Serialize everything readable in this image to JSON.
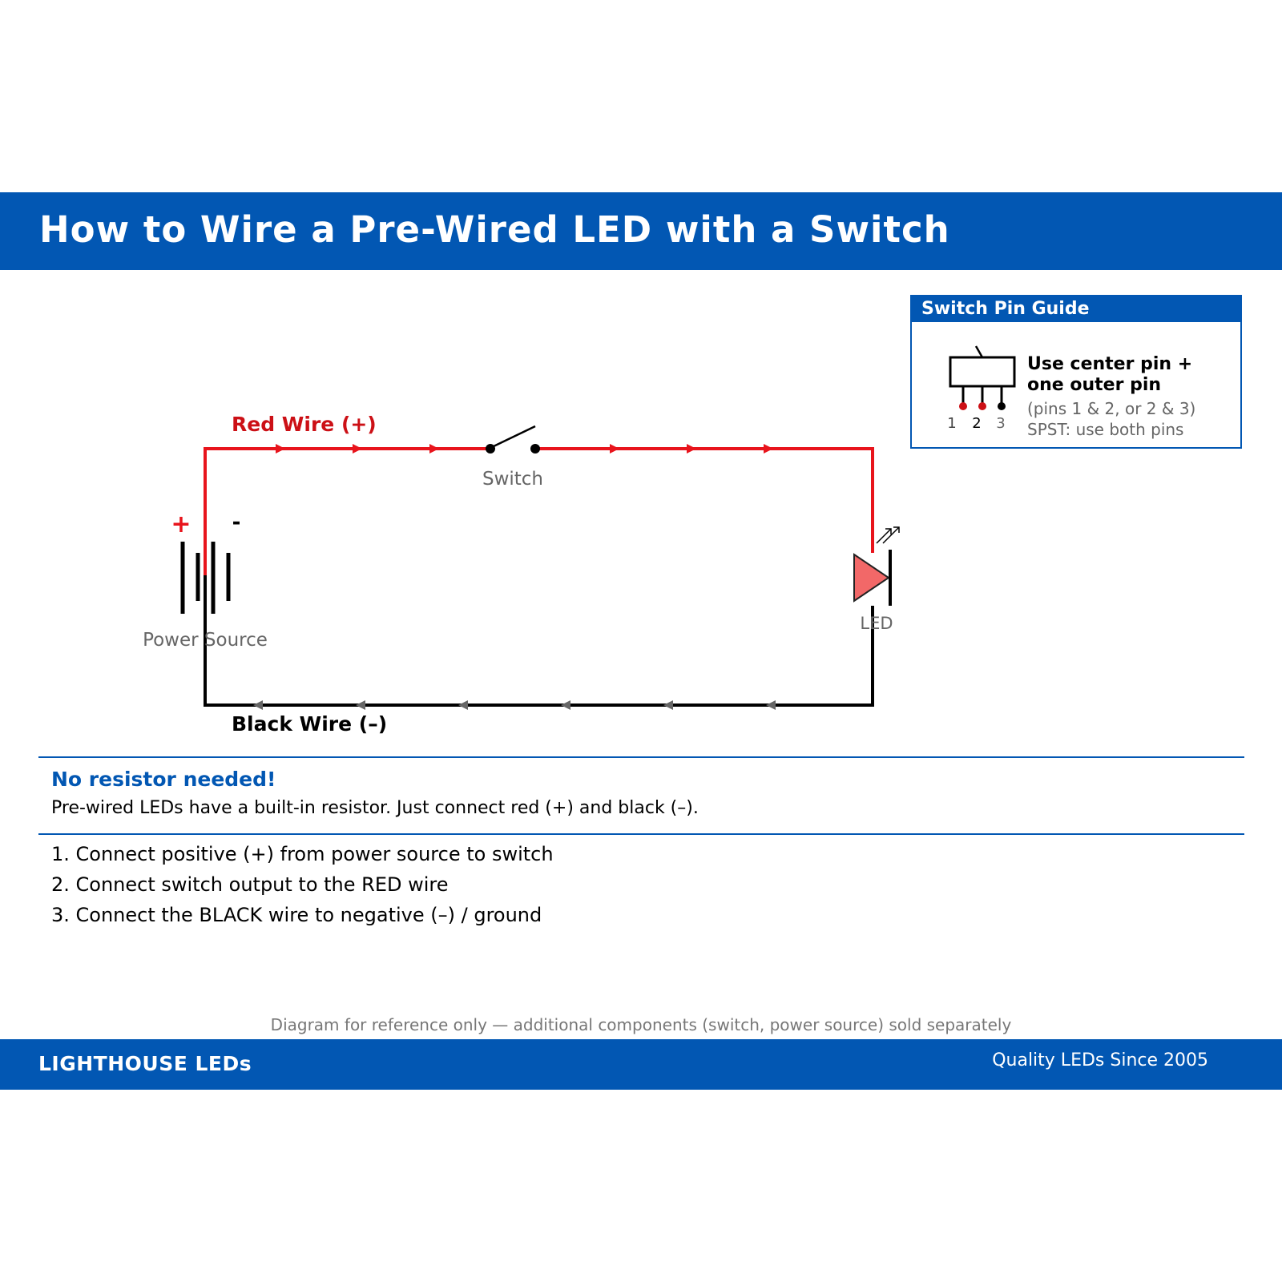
{
  "header": {
    "title": "How to Wire a Pre-Wired LED with a Switch"
  },
  "diagram": {
    "red_wire_label": "Red Wire (+)",
    "black_wire_label": "Black Wire (–)",
    "switch_label": "Switch",
    "power_source_label": "Power Source",
    "led_label": "LED",
    "plus_sign": "+",
    "minus_sign": "-",
    "colors": {
      "red_wire": "#e8141c",
      "black_wire": "#000000",
      "led_fill": "#f26868",
      "label_gray": "#666666",
      "accent_blue": "#0257b3"
    }
  },
  "pin_guide": {
    "title": "Switch Pin Guide",
    "line1": "Use center pin +",
    "line2": "one outer pin",
    "note1": "(pins 1 & 2, or 2 & 3)",
    "note2": "SPST: use both pins",
    "pins": [
      "1",
      "2",
      "3"
    ]
  },
  "note": {
    "title": "No resistor needed!",
    "text": "Pre-wired LEDs have a built-in resistor. Just connect red (+) and black (–)."
  },
  "steps": [
    "1. Connect positive (+) from power source to switch",
    "2. Connect switch output to the RED wire",
    "3. Connect the BLACK wire to negative (–) / ground"
  ],
  "disclaimer": "Diagram for reference only — additional components (switch, power source) sold separately",
  "footer": {
    "brand": "LIGHTHOUSE LEDs",
    "tagline": "Quality LEDs Since 2005"
  }
}
